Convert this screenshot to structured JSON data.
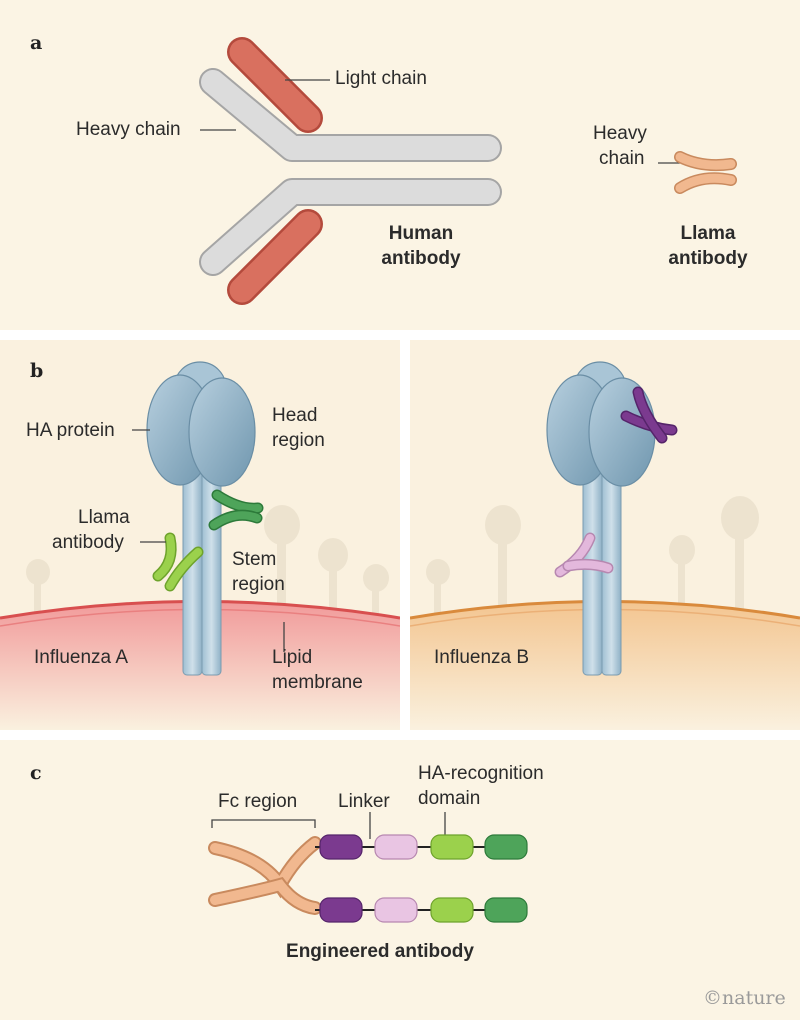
{
  "panel_a": {
    "letter": "a",
    "light_chain": "Light chain",
    "heavy_chain": "Heavy chain",
    "human_antibody_line1": "Human",
    "human_antibody_line2": "antibody",
    "llama_heavy_line1": "Heavy",
    "llama_heavy_line2": "chain",
    "llama_antibody_line1": "Llama",
    "llama_antibody_line2": "antibody"
  },
  "panel_b": {
    "letter": "b",
    "ha_protein": "HA protein",
    "head_line1": "Head",
    "head_line2": "region",
    "llama_line1": "Llama",
    "llama_line2": "antibody",
    "stem_line1": "Stem",
    "stem_line2": "region",
    "lipid_line1": "Lipid",
    "lipid_line2": "membrane",
    "influenza_a": "Influenza A",
    "influenza_b": "Influenza B"
  },
  "panel_c": {
    "letter": "c",
    "fc_region": "Fc region",
    "linker": "Linker",
    "ha_recog_line1": "HA-recognition",
    "ha_recog_line2": "domain",
    "engineered": "Engineered antibody"
  },
  "credit": "nature",
  "colors": {
    "background": "#fbf4e4",
    "heavy_chain": "#cfcfcf",
    "light_chain": "#d4604f",
    "llama_antibody": "#eeaa7e",
    "ha_protein": "#8db0c6",
    "green_antibody": "#8cc63f",
    "dark_green": "#3f9a4d",
    "purple": "#7b3a8f",
    "light_purple": "#e3b8dc",
    "membrane_a": "#e25a5a",
    "membrane_b": "#e2a052"
  }
}
